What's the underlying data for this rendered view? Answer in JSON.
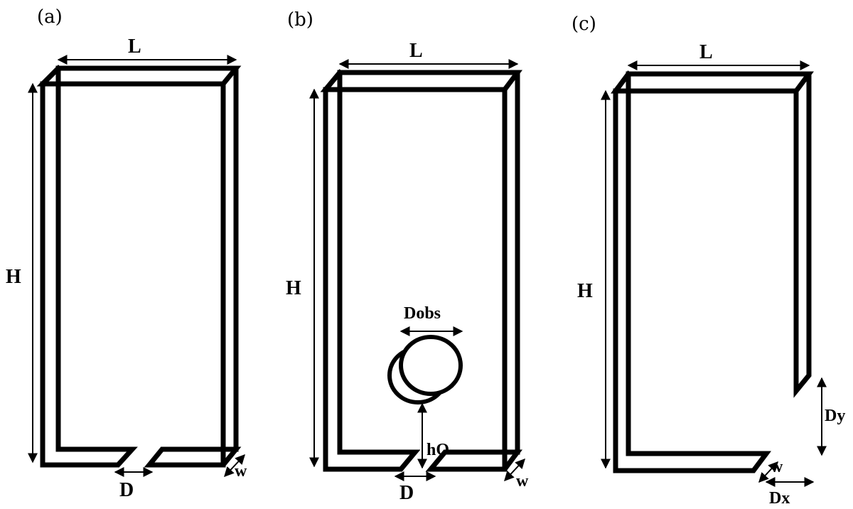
{
  "panels": {
    "a": {
      "label": "(a)",
      "dims": {
        "length": "L",
        "height": "H",
        "gap": "D",
        "width": "w"
      }
    },
    "b": {
      "label": "(b)",
      "dims": {
        "length": "L",
        "height": "H",
        "gap": "D",
        "width": "w",
        "obstacle_diameter": "Dobs",
        "obstacle_height": "hO"
      }
    },
    "c": {
      "label": "(c)",
      "dims": {
        "length": "L",
        "height": "H",
        "outlet_x": "Dx",
        "outlet_y": "Dy",
        "width": "w"
      }
    }
  }
}
